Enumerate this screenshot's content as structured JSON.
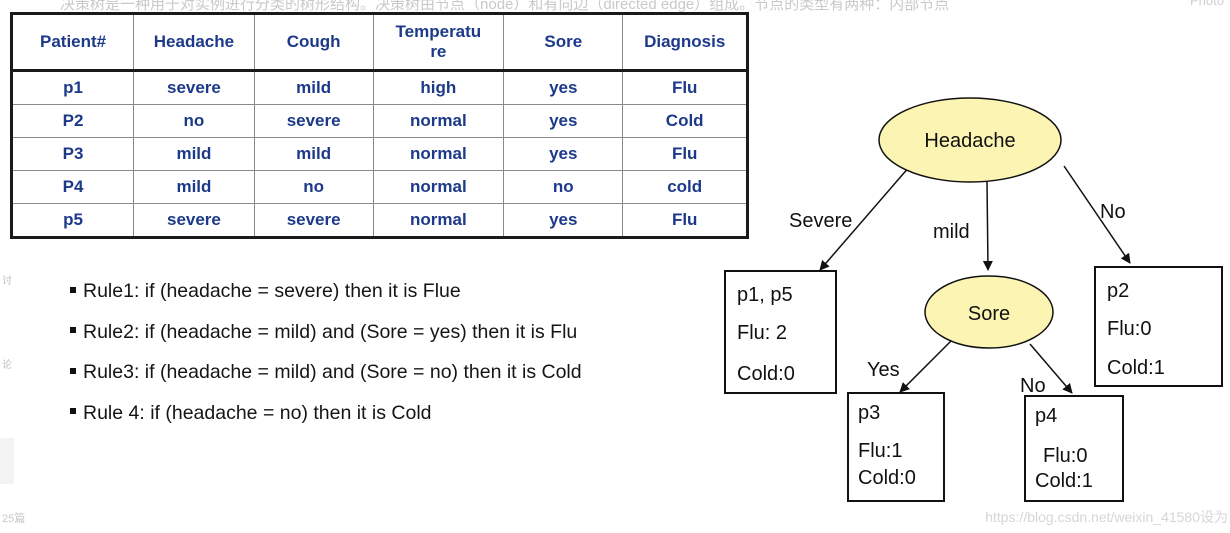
{
  "background_text": {
    "top_banner": "决策树是一种用于对实例进行分类的树形结构。决策树由节点（node）和有向边（directed edge）组成。节点的类型有两种：内部节点",
    "top_right": "Photo",
    "side_marks": [
      "讨",
      "论"
    ],
    "bottom_left": "25篇",
    "watermark": "https://blog.csdn.net/weixin_41580设为"
  },
  "table": {
    "headers": [
      "Patient#",
      "Headache",
      "Cough",
      "Temperatu re",
      "Sore",
      "Diagnosis"
    ],
    "rows": [
      [
        "p1",
        "severe",
        "mild",
        "high",
        "yes",
        "Flu"
      ],
      [
        "P2",
        "no",
        "severe",
        "normal",
        "yes",
        "Cold"
      ],
      [
        "P3",
        "mild",
        "mild",
        "normal",
        "yes",
        "Flu"
      ],
      [
        "P4",
        "mild",
        "no",
        "normal",
        "no",
        "cold"
      ],
      [
        "p5",
        "severe",
        "severe",
        "normal",
        "yes",
        "Flu"
      ]
    ]
  },
  "rules": [
    "Rule1: if (headache = severe) then it is Flue",
    "Rule2: if (headache = mild) and (Sore = yes) then it is Flu",
    "Rule3: if (headache = mild) and (Sore = no) then it is Cold",
    "Rule 4: if (headache = no) then it is Cold"
  ],
  "tree": {
    "root": "Headache",
    "inner": "Sore",
    "edges": {
      "severe": "Severe",
      "mild": "mild",
      "no": "No",
      "yes": "Yes",
      "sore_no": "No"
    },
    "leaves": {
      "p1p5": {
        "title": "p1, p5",
        "flu": "Flu: 2",
        "cold": "Cold:0"
      },
      "p2": {
        "title": "p2",
        "flu": "Flu:0",
        "cold": "Cold:1"
      },
      "p3": {
        "title": "p3",
        "flu": "Flu:1",
        "cold": "Cold:0"
      },
      "p4": {
        "title": "p4",
        "flu": "Flu:0",
        "cold": "Cold:1"
      }
    }
  },
  "colors": {
    "node_fill": "#fbf4b2",
    "table_text": "#1d3a8a"
  }
}
